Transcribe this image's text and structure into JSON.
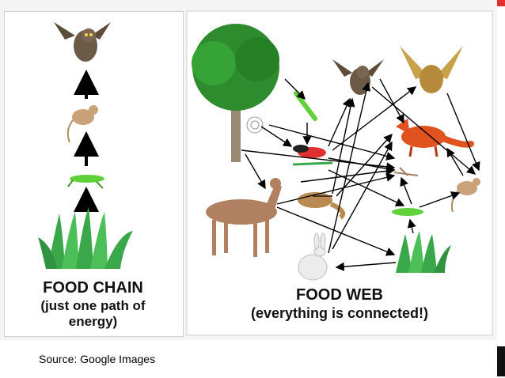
{
  "food_chain": {
    "title": "FOOD CHAIN",
    "subtitle_line1": "(just one path of",
    "subtitle_line2": "energy)"
  },
  "food_web": {
    "title": "FOOD WEB",
    "subtitle": "(everything is connected!)"
  },
  "source": "Source: Google Images",
  "colors": {
    "arrow": "#000000",
    "grass": "#3aa84a",
    "tree_foliage": "#2e8b2e",
    "owl": "#6b5a45",
    "fox": "#e0531f",
    "deer": "#b08060",
    "accent_red": "#e03030",
    "accent_black": "#111111"
  }
}
